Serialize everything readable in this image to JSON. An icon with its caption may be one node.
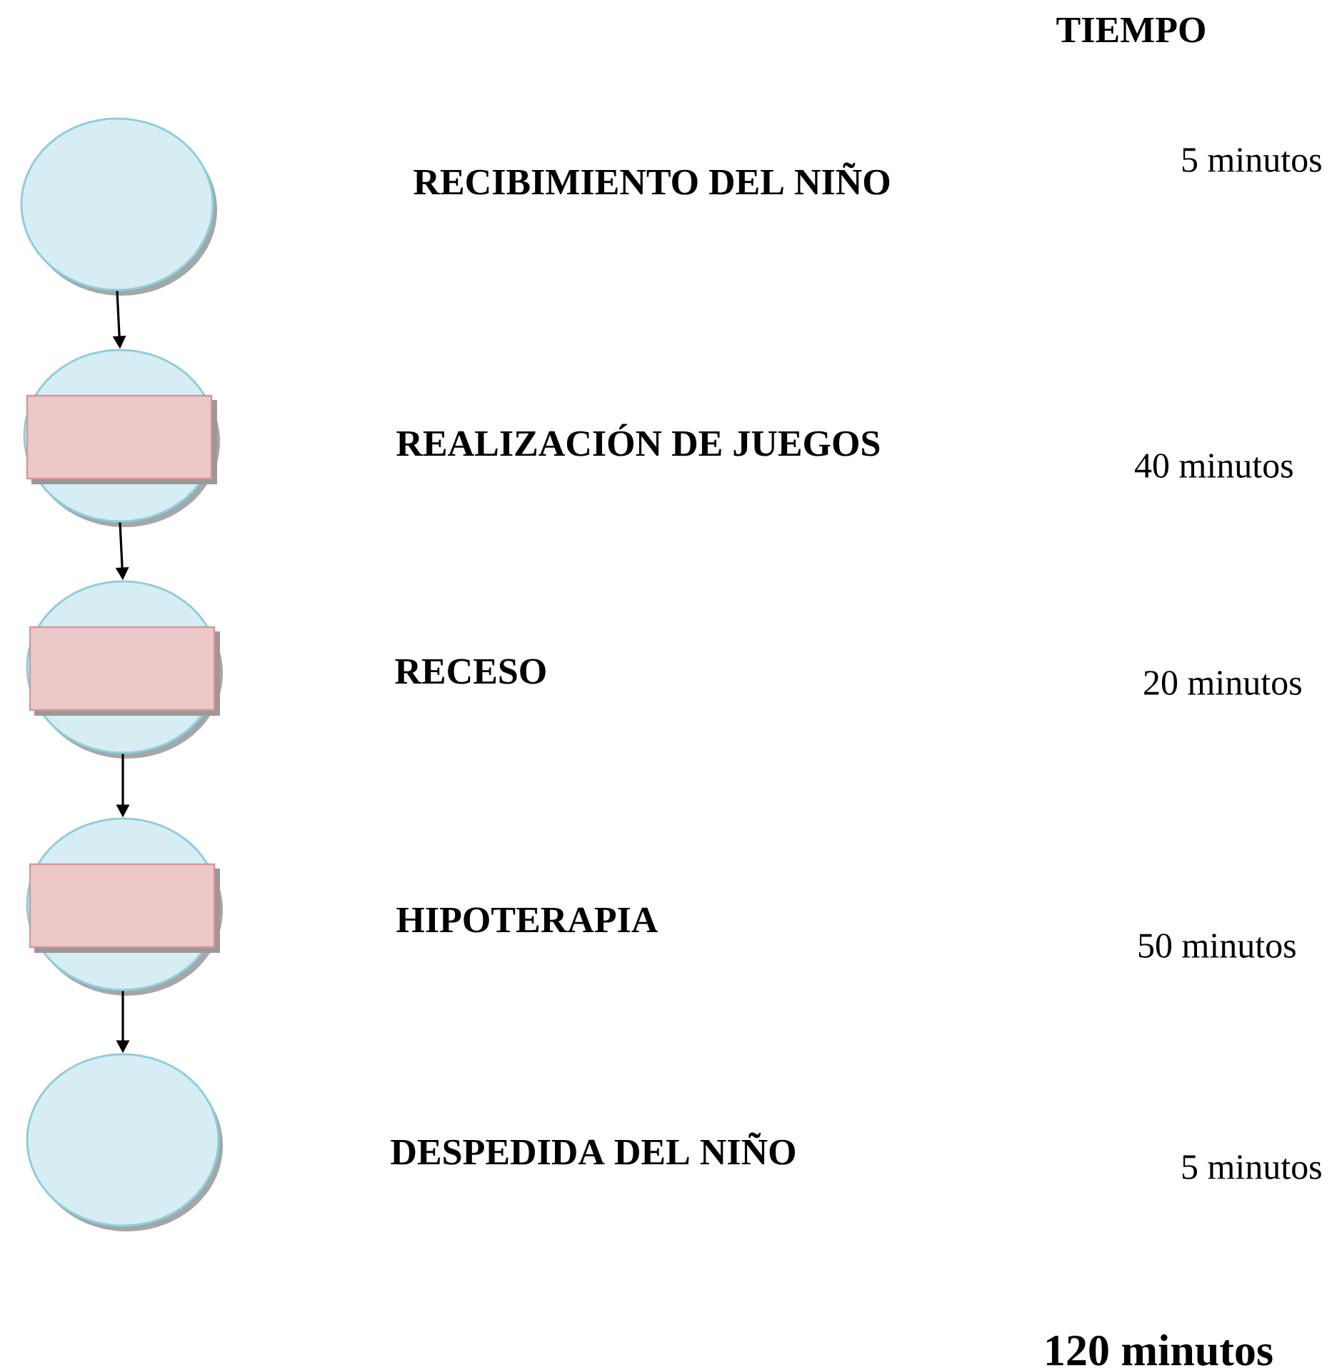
{
  "diagram": {
    "nodes": [
      {
        "text": [],
        "shape": "circle"
      },
      {
        "text": [],
        "shape": "circle"
      },
      {
        "text": [],
        "shape": "circle"
      },
      {
        "text": [],
        "shape": "circle"
      },
      {
        "text": [],
        "shape": "circle"
      }
    ],
    "edges": [
      {
        "from": 0,
        "to": 1,
        "arrow": "to"
      },
      {
        "from": 1,
        "to": 2,
        "arrow": "to"
      },
      {
        "from": 2,
        "to": 3,
        "arrow": "to"
      },
      {
        "from": 3,
        "to": 4,
        "arrow": "to"
      }
    ],
    "labels": [
      "TIEMPO",
      "RECIBIMIENTO DEL NIÑO",
      "5 minutos",
      "REALIZACIÓN DE JUEGOS",
      "40 minutos",
      "RECESO",
      "20 minutos",
      "HIPOTERAPIA",
      "50 minutos",
      "DESPEDIDA DEL NIÑO",
      "5 minutos",
      "120 minutos"
    ]
  }
}
